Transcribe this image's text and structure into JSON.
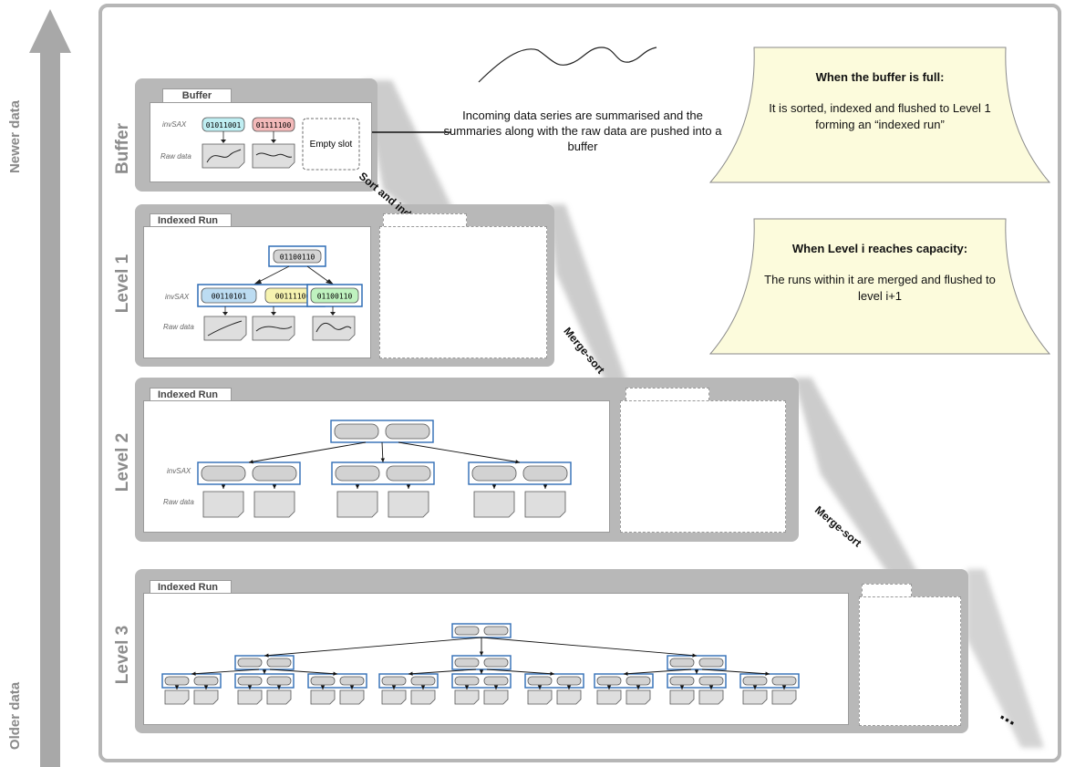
{
  "axis": {
    "newer_label": "Newer data",
    "older_label": "Older data"
  },
  "buffer": {
    "level_label": "Buffer",
    "tab_label": "Buffer",
    "invsax_label": "invSAX",
    "raw_label": "Raw data",
    "keys": [
      "01011001",
      "01111100"
    ],
    "empty_slot": "Empty slot",
    "key_colors": [
      "#bfeef2",
      "#f3b9b9"
    ]
  },
  "level1": {
    "level_label": "Level 1",
    "tab_label": "Indexed Run",
    "invsax_label": "invSAX",
    "raw_label": "Raw data",
    "root_key": "01100110",
    "leaf_keys": [
      "00110101",
      "00111100",
      "01100110"
    ],
    "leaf_colors": [
      "#bcdcf2",
      "#f6f3b0",
      "#bff2bf"
    ]
  },
  "level2": {
    "level_label": "Level 2",
    "tab_label": "Indexed Run",
    "invsax_label": "invSAX",
    "raw_label": "Raw data"
  },
  "level3": {
    "level_label": "Level 3",
    "tab_label": "Indexed Run"
  },
  "description": "Incoming data series are summarised and the summaries along with the raw data are pushed into a buffer",
  "transitions": {
    "sort_and_index": "Sort and index",
    "merge_sort_1": "Merge-sort",
    "merge_sort_2": "Merge-sort"
  },
  "note_buffer": {
    "title": "When the buffer is full:",
    "body": "It is sorted, indexed and flushed to Level 1 forming an “indexed run”"
  },
  "note_level": {
    "title": "When Level i reaches capacity:",
    "body": "The runs within it are merged and flushed to level i+1"
  },
  "ellipsis": "...",
  "colors": {
    "accent_blue": "#2f6db5",
    "slab_gray": "#b3b3b3",
    "note_yellow": "#fcfbdc"
  }
}
